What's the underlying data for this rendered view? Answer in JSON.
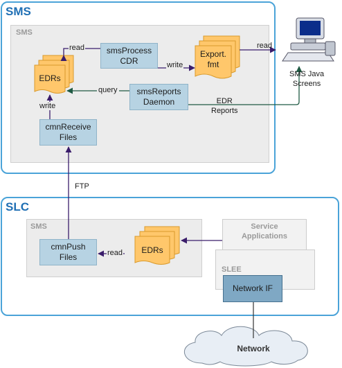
{
  "sms_region": {
    "title": "SMS"
  },
  "sms_panel": {
    "title": "SMS"
  },
  "edrs_top": {
    "label": "EDRs"
  },
  "sms_process_cdr": {
    "label": "smsProcess\nCDR"
  },
  "export_fmt": {
    "label_line1": "Export.",
    "label_line2": "fmt"
  },
  "sms_reports_daemon": {
    "label": "smsReports\nDaemon"
  },
  "cmn_receive_files": {
    "label": "cmnReceive\nFiles"
  },
  "edge_labels": {
    "read_top": "read",
    "write_mid": "write",
    "read_right": "read",
    "query": "query",
    "edr_reports": "EDR\nReports",
    "write_left": "write",
    "ftp": "FTP",
    "read_bottom": "read"
  },
  "sms_java_screens": {
    "label": "SMS Java\nScreens"
  },
  "slc_region": {
    "title": "SLC"
  },
  "slc_sms_panel": {
    "title": "SMS"
  },
  "cmn_push_files": {
    "label": "cmnPush\nFiles"
  },
  "edrs_bottom": {
    "label": "EDRs"
  },
  "service_applications": {
    "label": "Service\nApplications"
  },
  "slee": {
    "label": "SLEE"
  },
  "network_if": {
    "label": "Network IF"
  },
  "network_cloud": {
    "label": "Network"
  },
  "colors": {
    "region_border": "#4aa3d8",
    "region_title": "#1f6fb4",
    "process_box": "#b7d3e3",
    "document": "#ffc76b",
    "arrow_purple": "#3a1d6b",
    "arrow_green": "#1f5a43"
  }
}
